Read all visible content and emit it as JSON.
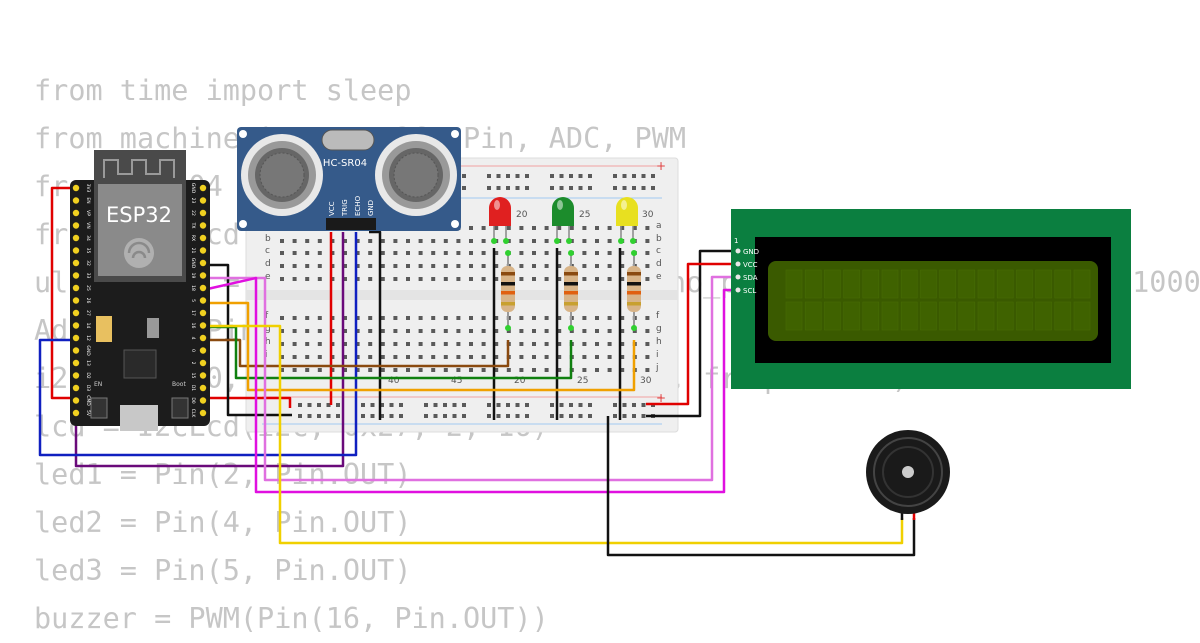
{
  "code_lines": [
    "from time import sleep",
    "from machine import I2C, Pin, ADC, PWM",
    "from hcsr04 import HCSR04",
    "from i2c_lcd import I2cLcd",
    "ultrasonic = HCSR04(trigger_pin=5, echo_pin=18, echo_timeout_us=10000)",
    "Adc = ADC(Pin(34))",
    "i2c = I2C(0, scl=Pin(22), sda=Pin(21), freq=400000)",
    "lcd = I2cLcd(i2c, 0x27, 2, 16)",
    "led1 = Pin(2, Pin.OUT)",
    "led2 = Pin(4, Pin.OUT)",
    "led3 = Pin(5, Pin.OUT)",
    "buzzer = PWM(Pin(16, Pin.OUT))"
  ],
  "esp32": {
    "label": "ESP32",
    "boot_label": "Boot",
    "en_label": "EN",
    "left_pins": [
      "3V3",
      "EN",
      "VP",
      "VN",
      "34",
      "35",
      "32",
      "33",
      "25",
      "26",
      "27",
      "14",
      "12",
      "GND",
      "13",
      "D2",
      "D3",
      "CMD",
      "5V"
    ],
    "right_pins": [
      "GND",
      "23",
      "22",
      "TX",
      "RX",
      "21",
      "GND",
      "19",
      "18",
      "5",
      "17",
      "16",
      "4",
      "0",
      "2",
      "15",
      "D1",
      "D0",
      "CLK"
    ]
  },
  "sensor": {
    "label": "HC-SR04",
    "pins": [
      "VCC",
      "TRIG",
      "ECHO",
      "GND"
    ]
  },
  "breadboard": {
    "top_rows": [
      "a",
      "b",
      "c",
      "d",
      "e"
    ],
    "bottom_rows": [
      "f",
      "g",
      "h",
      "i",
      "j"
    ],
    "column_labels": [
      "20",
      "25",
      "30"
    ],
    "bottom_column_labels": [
      "40",
      "45",
      "20",
      "25",
      "30"
    ],
    "plus_sign": "+"
  },
  "leds": [
    {
      "color": "#e02020",
      "label": "red-led"
    },
    {
      "color": "#1c8c2c",
      "label": "green-led"
    },
    {
      "color": "#e8e020",
      "label": "yellow-led"
    }
  ],
  "lcd": {
    "pin_number": "1",
    "pins": [
      "GND",
      "VCC",
      "SDA",
      "SCL"
    ],
    "board_color": "#0b7f40",
    "screen_color": "#3a5a00"
  },
  "wire_colors": {
    "red": "#e00000",
    "black": "#111111",
    "purple": "#6a0a7a",
    "blue": "#1020c0",
    "magenta": "#e010e0",
    "pink": "#e070e0",
    "orange": "#f0a000",
    "yellow": "#f0d000",
    "green": "#108010",
    "brown": "#8a4a10"
  }
}
